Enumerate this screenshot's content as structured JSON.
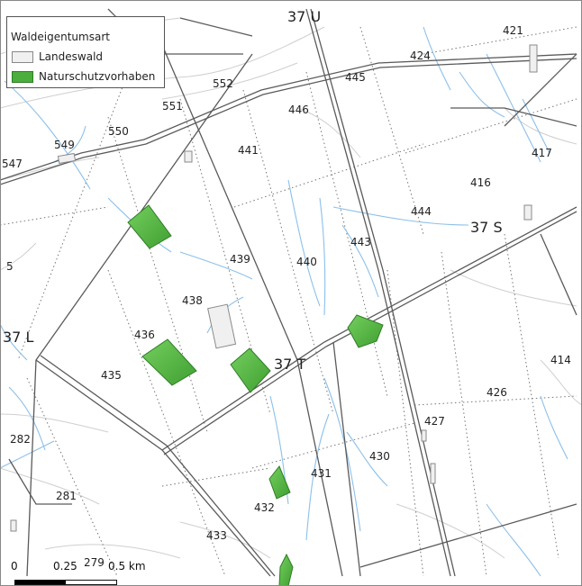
{
  "legend": {
    "title": "Waldeigentumsart",
    "items": [
      {
        "label": "Landeswald",
        "color": "#f0f0f0"
      },
      {
        "label": "Naturschutzvorhaben",
        "color": "#4cae3c"
      }
    ]
  },
  "scale": {
    "ticks": [
      "0",
      "0.25",
      "0.5 km"
    ]
  },
  "section_labels": [
    "37 U",
    "37 S",
    "37 L",
    "37 T"
  ],
  "stand_labels": [
    "421",
    "424",
    "445",
    "446",
    "552",
    "551",
    "550",
    "549",
    "547",
    "441",
    "417",
    "416",
    "444",
    "443",
    "439",
    "440",
    "5",
    "438",
    "436",
    "435",
    "414",
    "426",
    "427",
    "282",
    "430",
    "431",
    "281",
    "432",
    "433",
    "279"
  ],
  "colors": {
    "forest_fill": "#4cae3c",
    "forest_stroke": "#2f7d26",
    "road": "#5a5a5a",
    "stream": "#8cc0ea",
    "parcel": "#c8c8c8"
  }
}
